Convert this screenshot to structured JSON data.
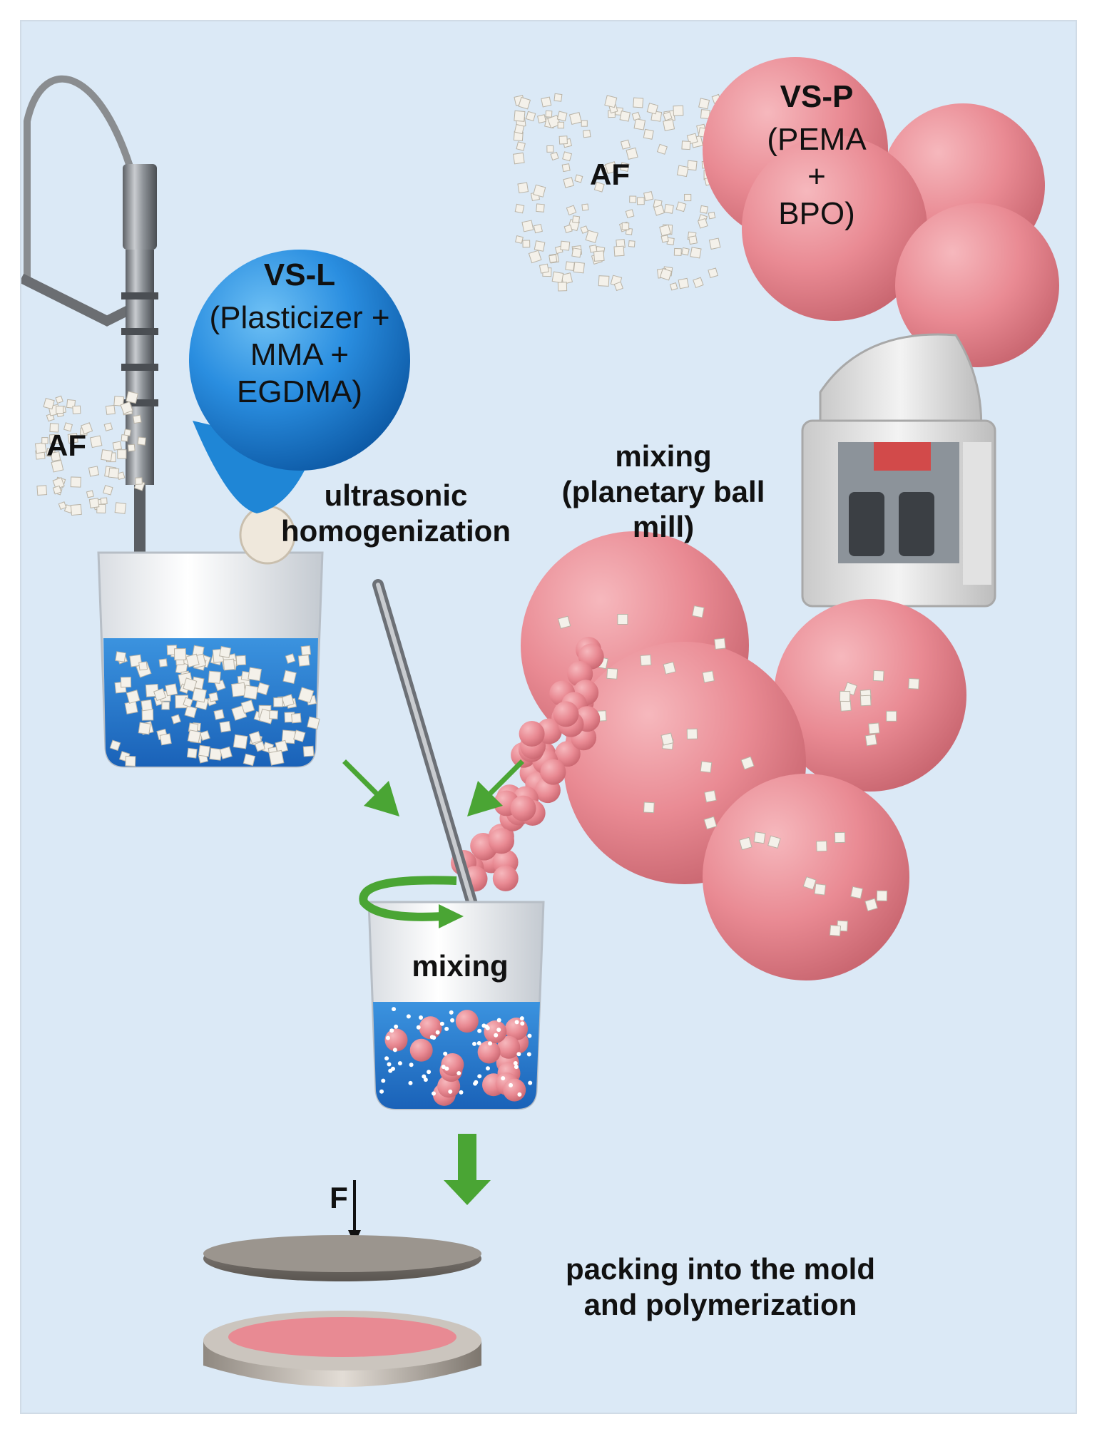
{
  "labels": {
    "af_top": "AF",
    "af_left": "AF",
    "vsp_title": "VS-P",
    "vsp_body": "(PEMA\n+\nBPO)",
    "vsl_title": "VS-L",
    "vsl_body": "(Plasticizer +\nMMA +\nEGDMA)",
    "ultrasonic": "ultrasonic\nhomogenization",
    "mixing_mill": "mixing\n(planetary ball\nmill)",
    "mixing_beaker": "mixing",
    "force": "F",
    "packing": "packing into the mold\nand polymerization"
  },
  "colors": {
    "background": "#dbe9f6",
    "pink_sphere": "#e88a93",
    "blue_flask": "#1f86d6",
    "liquid": "#2a7fd0",
    "arrow_green": "#4aa534"
  },
  "icons": [
    "ultrasonic-probe-icon",
    "flask-icon",
    "beaker-icon",
    "planetary-ball-mill-icon",
    "spatula-icon",
    "mold-icon",
    "rotation-arrow-icon",
    "down-arrow-icon"
  ]
}
